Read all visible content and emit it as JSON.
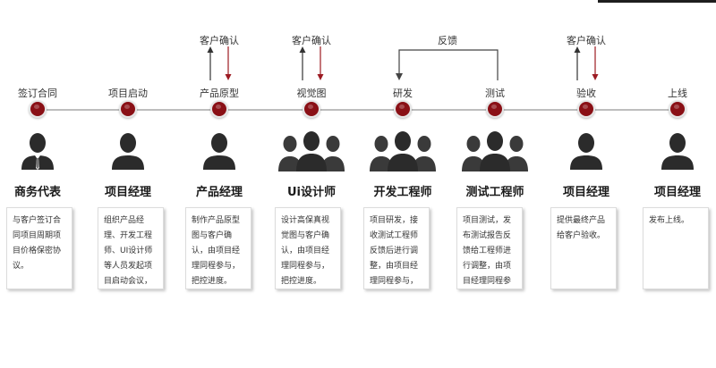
{
  "stages": [
    {
      "label": "签订合同",
      "role": "商务代表",
      "desc": "与客户签订合同项目周期项目价格保密协议。",
      "people": 1,
      "tie": true,
      "confirm": false
    },
    {
      "label": "项目启动",
      "role": "项目经理",
      "desc": "组织产品经理、开发工程师、UI设计师等人员发起项目启动会议，组建项目团队。",
      "people": 1,
      "tie": false,
      "confirm": false
    },
    {
      "label": "产品原型",
      "role": "产品经理",
      "desc": "制作产品原型图与客户确认，由项目经理同程参与，把控进度。",
      "people": 1,
      "tie": false,
      "confirm": true
    },
    {
      "label": "视觉图",
      "role": "Ui设计师",
      "desc": "设计高保真视觉图与客户确认，由项目经理同程参与，把控进度。",
      "people": 3,
      "tie": false,
      "confirm": true
    },
    {
      "label": "研发",
      "role": "开发工程师",
      "desc": "项目研发，接收测试工程师反馈后进行调整，由项目经理同程参与，把控进度。",
      "people": 3,
      "tie": false,
      "confirm": false
    },
    {
      "label": "测试",
      "role": "测试工程师",
      "desc": "项目测试，发布测试报告反馈给工程师进行调整，由项目经理同程参与，把控进度。",
      "people": 3,
      "tie": false,
      "confirm": false
    },
    {
      "label": "验收",
      "role": "项目经理",
      "desc": "提供最终产品给客户验收。",
      "people": 1,
      "tie": false,
      "confirm": true
    },
    {
      "label": "上线",
      "role": "项目经理",
      "desc": "发布上线。",
      "people": 1,
      "tie": false,
      "confirm": false
    }
  ],
  "confirm_label": "客户确认",
  "feedback_label": "反馈",
  "colors": {
    "node": "#8a1016",
    "arrow_red": "#9c1a22",
    "arrow_dark": "#333333",
    "silhouette": "#2b2b2b"
  }
}
